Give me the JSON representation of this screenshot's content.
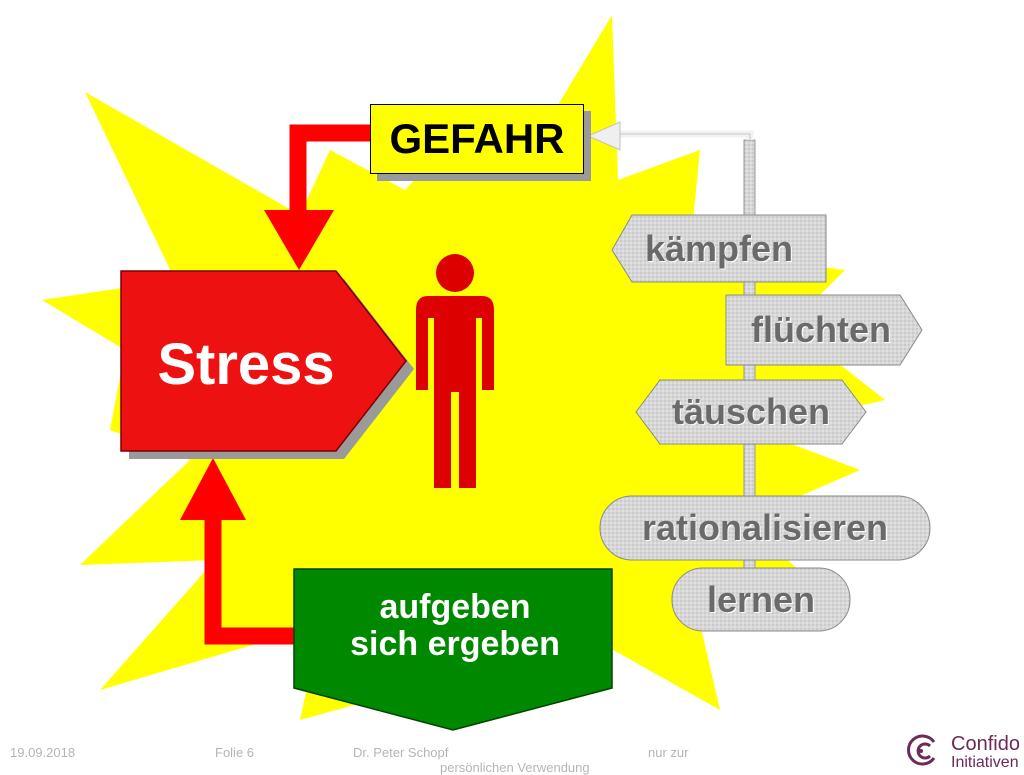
{
  "diagram": {
    "danger_label": "GEFAHR",
    "stress_label": "Stress",
    "coping": [
      "kämpfen",
      "flüchten",
      "täuschen",
      "rationalisieren",
      "lernen"
    ],
    "surrender": {
      "line1": "aufgeben",
      "line2": "sich ergeben"
    }
  },
  "footer": {
    "date": "19.09.2018",
    "slide": "Folie 6",
    "author": "Dr. Peter Schopf",
    "note": "nur zur",
    "note_cont": "persönlichen Verwendung"
  },
  "logo": {
    "line1": "Confido",
    "line2": "Initiativen"
  },
  "colors": {
    "burst": "#ffff00",
    "stress_red": "#ee1111",
    "arrow_red": "#ff0000",
    "green": "#008800",
    "figure_red": "#dd0000",
    "logo_purple": "#6b2a58"
  }
}
